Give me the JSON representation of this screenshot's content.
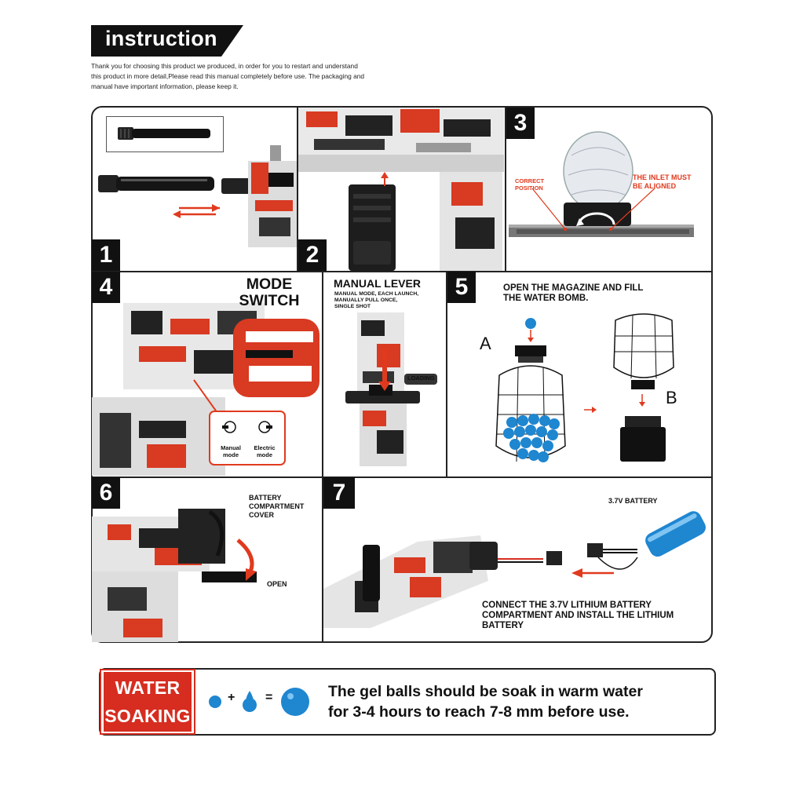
{
  "header": {
    "title": "instruction",
    "intro_line1": "Thank you for choosing this product we produced, in order for you to restart and understand",
    "intro_line2": "this product in more detail,Please read this manual completely before use. The packaging and",
    "intro_line3": "manual have important information, please keep it."
  },
  "steps": {
    "s1": "1",
    "s2": "2",
    "s3": "3",
    "s4": "4",
    "s5": "5",
    "s6": "6",
    "s7": "7"
  },
  "step3": {
    "correct_position_1": "CORRECT",
    "correct_position_2": "POSITION",
    "inlet_1": "THE INLET MUST",
    "inlet_2": "BE ALIGNED"
  },
  "step4": {
    "mode_switch_1": "MODE",
    "mode_switch_2": "SWITCH",
    "manual_mode_1": "Manual",
    "manual_mode_2": "mode",
    "electric_mode_1": "Electric",
    "electric_mode_2": "mode",
    "manual_lever": "MANUAL LEVER",
    "lever_desc_1": "MANUAL MODE, EACH LAUNCH,",
    "lever_desc_2": "MANUALLY PULL ONCE,",
    "lever_desc_3": "SINGLE SHOT",
    "loading": "LOADING"
  },
  "step5": {
    "instruction_1": "OPEN THE MAGAZINE AND FILL",
    "instruction_2": "THE WATER BOMB.",
    "label_a": "A",
    "label_b": "B"
  },
  "step6": {
    "cover_1": "BATTERY",
    "cover_2": "COMPARTMENT",
    "cover_3": "COVER",
    "open": "OPEN"
  },
  "step7": {
    "battery": "3.7V BATTERY",
    "connect_1": "CONNECT THE 3.7V LITHIUM BATTERY",
    "connect_2": "COMPARTMENT AND INSTALL THE LITHIUM",
    "connect_3": "BATTERY"
  },
  "soaking": {
    "title_1": "WATER",
    "title_2": "SOAKING",
    "plus": "+",
    "equals": "=",
    "text_1": "The gel balls should be soak in warm water",
    "text_2": "for 3-4 hours to reach 7-8 mm before use."
  },
  "colors": {
    "accent_red": "#e03a1e",
    "ball_blue": "#1f86d0",
    "frame_black": "#222222"
  }
}
